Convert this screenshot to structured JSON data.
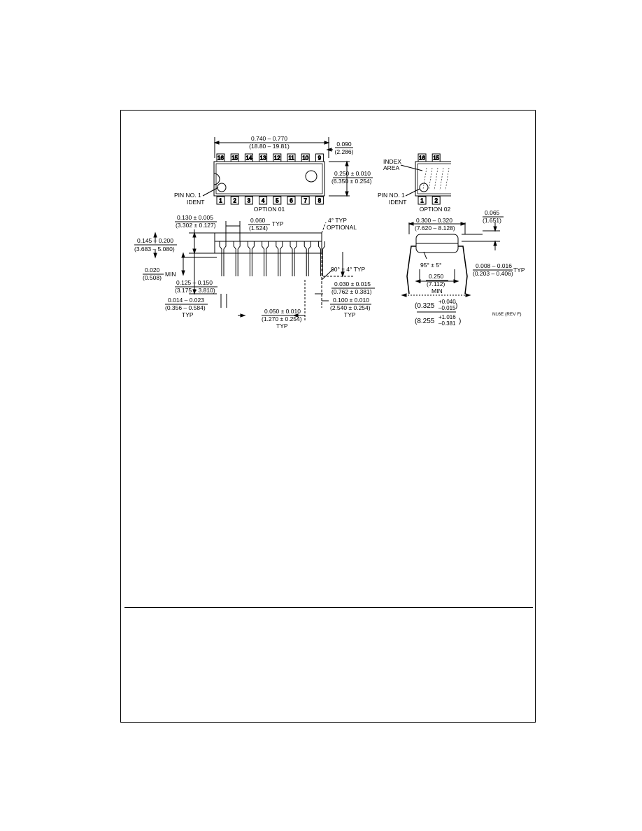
{
  "drawing": {
    "top_pins": [
      "16",
      "15",
      "14",
      "13",
      "12",
      "11",
      "10",
      "9"
    ],
    "bottom_pins": [
      "1",
      "2",
      "3",
      "4",
      "5",
      "6",
      "7",
      "8"
    ],
    "opt2_top_pins": [
      "16",
      "15"
    ],
    "opt2_bottom_pins": [
      "1",
      "2"
    ],
    "labels": {
      "pin1_ident_l1": "PIN NO. 1",
      "pin1_ident_l2": "IDENT",
      "option01": "OPTION 01",
      "index_area_l1": "INDEX",
      "index_area_l2": "AREA",
      "pin_ident2_l1": "PIN NO. 1",
      "pin_ident2_l2": "IDENT",
      "option02": "OPTION 02",
      "rev": "N16E (REV F)"
    },
    "dims": {
      "overall_len_in": "0.740 – 0.770",
      "overall_len_mm": "(18.80 – 19.81)",
      "end_in": "0.090",
      "end_mm": "(2.286)",
      "width_in": "0.250 ± 0.010",
      "width_mm": "(6.350 ± 0.254)",
      "seat_in": "0.130 ± 0.005",
      "seat_mm": "(3.302 ± 0.127)",
      "shoulder_in": "0.060",
      "shoulder_mm": "(1.524)",
      "shoulder_typ": "TYP",
      "angle4": "4° TYP",
      "optional": "OPTIONAL",
      "height_in": "0.145 – 0.200",
      "height_mm": "(3.683 – 5.080)",
      "min_in": "0.020",
      "min_mm": "(0.508)",
      "min_lbl": "MIN",
      "lead_len_in": "0.125 – 0.150",
      "lead_len_mm": "(3.175 – 3.810)",
      "angle90": "90° ± 4° TYP",
      "lead_w_in": "0.030 ± 0.015",
      "lead_w_mm": "(0.762 ± 0.381)",
      "lead_d_in": "0.014 – 0.023",
      "lead_d_mm": "(0.356 – 0.584)",
      "lead_d_typ": "TYP",
      "pitch_in": "0.050 ± 0.010",
      "pitch_mm": "(1.270 ± 0.254)",
      "pitch_typ": "TYP",
      "row_in": "0.100 ± 0.010",
      "row_mm": "(2.540 ± 0.254)",
      "row_typ": "TYP",
      "end_width_in": "0.300 – 0.320",
      "end_width_mm": "(7.620 – 8.128)",
      "lead_t_in": "0.065",
      "lead_t_mm": "(1.651)",
      "angle95": "95° ± 5°",
      "min_w_in": "0.250",
      "min_w_mm": "(7.112)",
      "min_w_lbl": "MIN",
      "thick_in": "0.008 – 0.016",
      "thick_mm": "(0.203 – 0.406)",
      "thick_typ": "TYP",
      "spread_base_in": "0.325",
      "spread_tol_in_plus": "+0.040",
      "spread_tol_in_minus": "–0.015",
      "spread_base_mm": "8.255",
      "spread_tol_mm_plus": "+1.016",
      "spread_tol_mm_minus": "–0.381"
    }
  }
}
